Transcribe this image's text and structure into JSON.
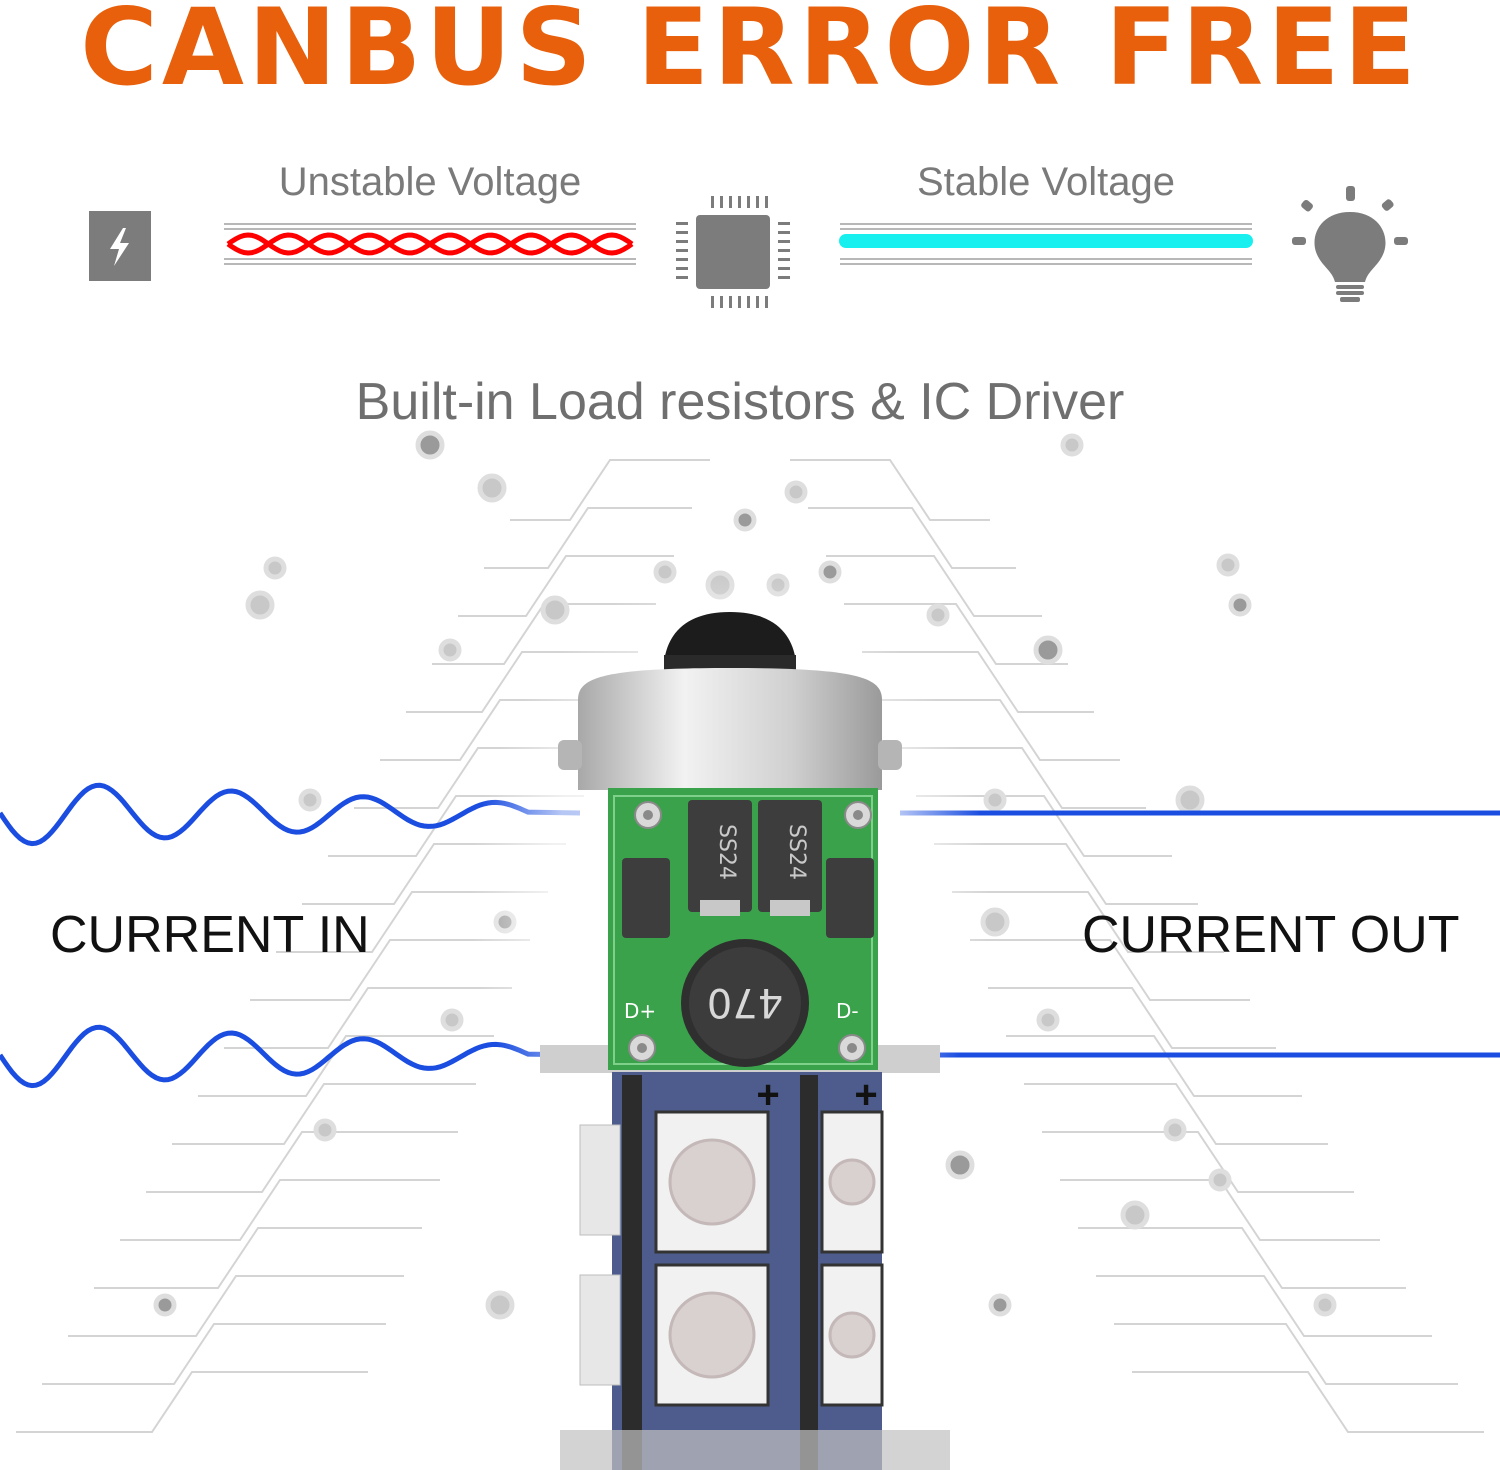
{
  "header": {
    "title": "CANBUS ERROR FREE"
  },
  "diagram": {
    "unstable_label": "Unstable Voltage",
    "stable_label": "Stable Voltage",
    "subtitle": "Built-in Load resistors & IC Driver"
  },
  "product": {
    "current_in_label": "CURRENT IN",
    "current_out_label": "CURRENT OUT",
    "pcb_text_inductor": "470",
    "pcb_text_diode": "SS24",
    "pcb_text_dplus": "D+",
    "pcb_text_dminus": "D-"
  },
  "colors": {
    "title": "#e8600c",
    "unstable_wire": "#ff0000",
    "stable_wire": "#18f0f0",
    "current_wire": "#1a4de0",
    "icon_gray": "#7c7c7c",
    "pcb_green": "#3aa24a",
    "led_board": "#4a5a8a"
  },
  "icons": [
    "lightning-icon",
    "chip-icon",
    "light-bulb-icon"
  ]
}
